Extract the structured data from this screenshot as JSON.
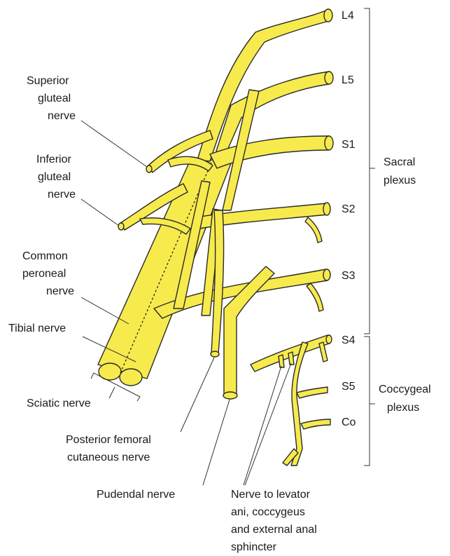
{
  "colors": {
    "nerve_fill": "#f7ea4c",
    "outline": "#2a2a2a",
    "background": "#ffffff"
  },
  "roots": {
    "l4": "L4",
    "l5": "L5",
    "s1": "S1",
    "s2": "S2",
    "s3": "S3",
    "s4": "S4",
    "s5": "S5",
    "co": "Co"
  },
  "plexus": {
    "sacral_line1": "Sacral",
    "sacral_line2": "plexus",
    "coccygeal_line1": "Coccygeal",
    "coccygeal_line2": "plexus"
  },
  "labels": {
    "superior_gluteal": [
      "Superior",
      "gluteal",
      "nerve"
    ],
    "inferior_gluteal": [
      "Inferior",
      "gluteal",
      "nerve"
    ],
    "common_peroneal": [
      "Common",
      "peroneal",
      "nerve"
    ],
    "tibial": "Tibial nerve",
    "sciatic": "Sciatic nerve",
    "posterior_femoral": [
      "Posterior femoral",
      "cutaneous nerve"
    ],
    "pudendal": "Pudendal nerve",
    "levator_ani": [
      "Nerve to levator",
      "ani, coccygeus",
      "and external anal",
      "sphincter"
    ]
  }
}
